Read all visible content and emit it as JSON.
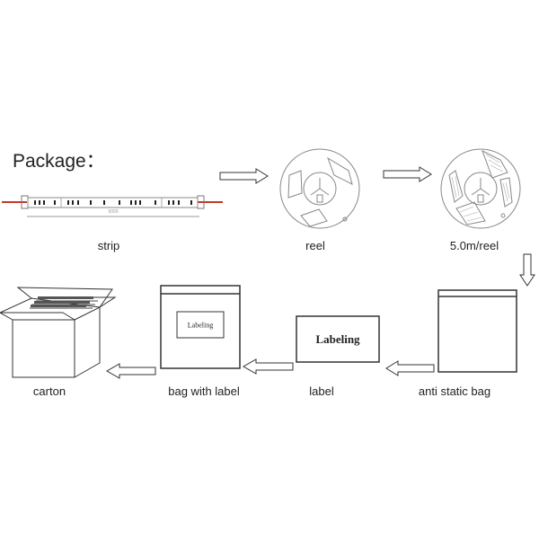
{
  "title": "Package：",
  "steps": {
    "strip": "strip",
    "reel": "reel",
    "reel_filled": "5.0m/reel",
    "anti_static_bag": "anti static bag",
    "label": "label",
    "bag_with_label": "bag with label",
    "carton": "carton"
  },
  "strip_dimension": "5000",
  "label_text": "Labeling",
  "colors": {
    "line": "#333333",
    "wire": "#c0392b"
  }
}
